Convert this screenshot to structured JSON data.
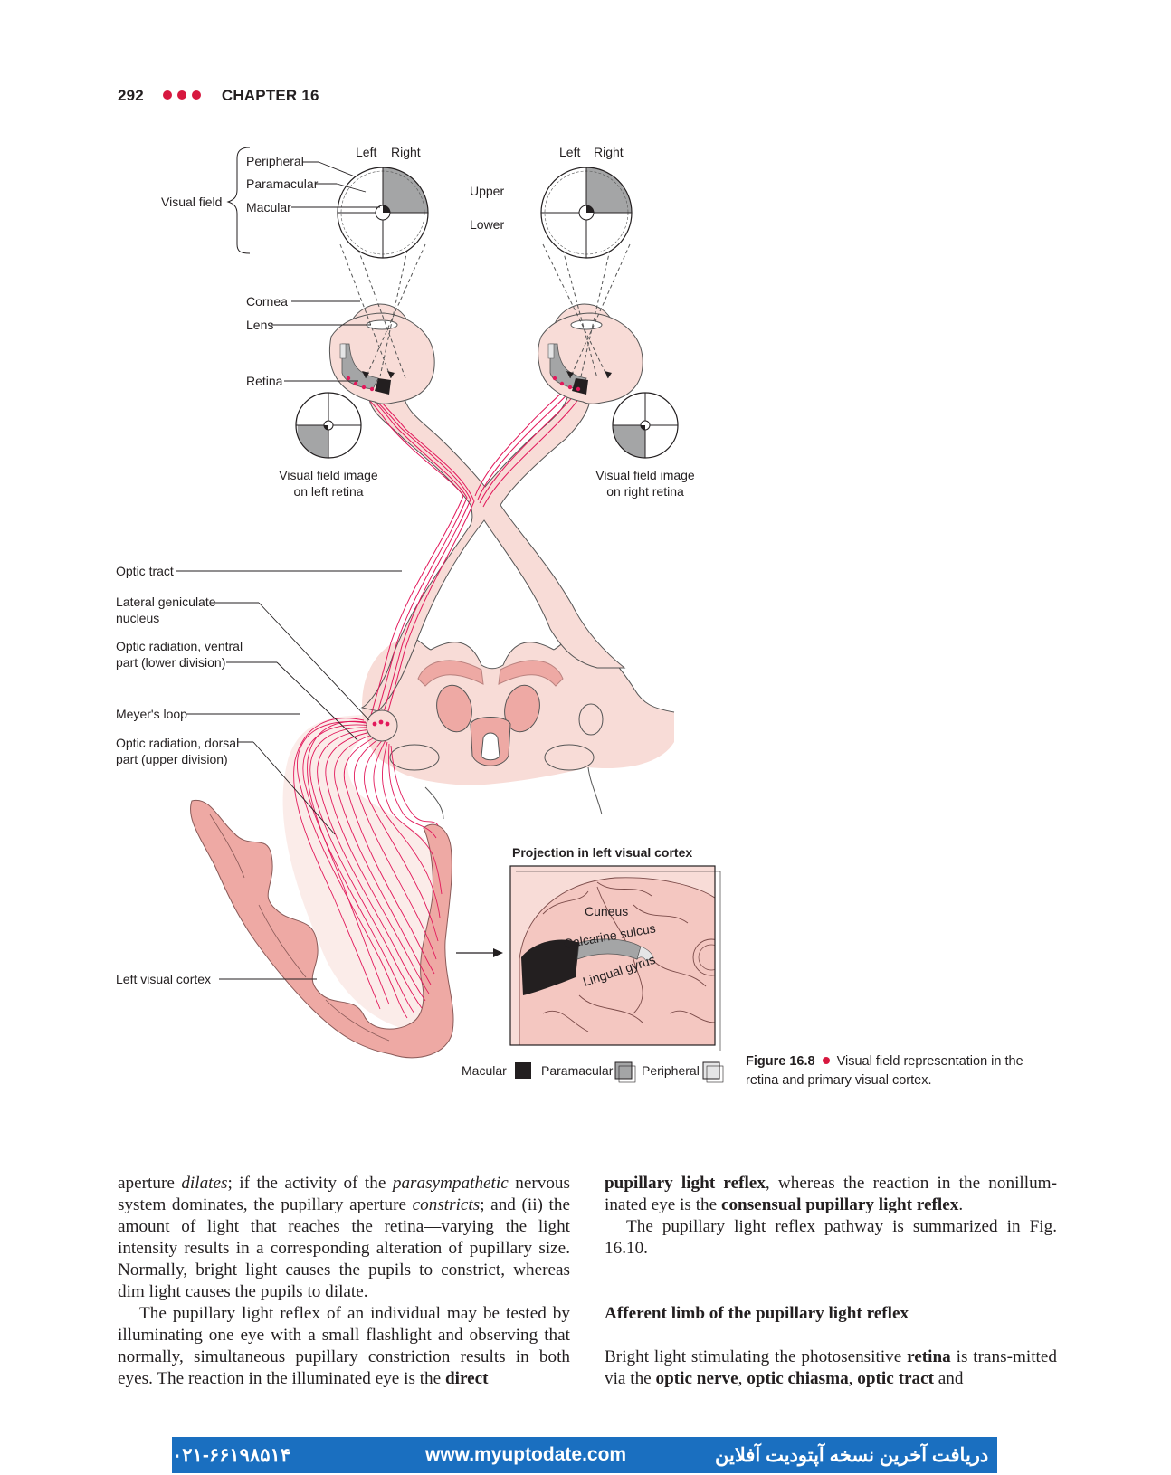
{
  "header": {
    "page_number": "292",
    "chapter": "CHAPTER 16"
  },
  "figure": {
    "visual_field": "Visual field",
    "peripheral": "Peripheral",
    "paramacular": "Paramacular",
    "macular": "Macular",
    "left": "Left",
    "right": "Right",
    "upper": "Upper",
    "lower": "Lower",
    "cornea": "Cornea",
    "lens": "Lens",
    "retina": "Retina",
    "vf_left_1": "Visual field image",
    "vf_left_2": "on left retina",
    "vf_right_1": "Visual field image",
    "vf_right_2": "on right retina",
    "optic_tract": "Optic tract",
    "lgn_1": "Lateral geniculate",
    "lgn_2": "nucleus",
    "ventral_1": "Optic radiation, ventral",
    "ventral_2": "part (lower division)",
    "meyers": "Meyer's loop",
    "dorsal_1": "Optic radiation, dorsal",
    "dorsal_2": "part (upper division)",
    "left_visual_cortex": "Left visual cortex",
    "projection_title": "Projection in left visual cortex",
    "cuneus": "Cuneus",
    "calcarine": "Calcarine sulcus",
    "lingual": "Lingual gyrus",
    "legend_macular": "Macular",
    "legend_paramacular": "Paramacular",
    "legend_peripheral": "Peripheral",
    "colors": {
      "pathway": "#e2195b",
      "tissue": "#f8dcd7",
      "cortex": "#eea9a4",
      "peripheral": "#e5e5e6",
      "paramacular": "#a4a5a6",
      "macular": "#231f20"
    }
  },
  "caption": {
    "label": "Figure 16.8",
    "text": "Visual field representation in the retina and primary visual cortex."
  },
  "left_column": {
    "p1_a": "aperture ",
    "p1_b": "dilates",
    "p1_c": "; if the activity of the ",
    "p1_d": "parasympathetic",
    "p1_e": " nervous system dominates, the pupillary aperture ",
    "p1_f": "constricts",
    "p1_g": "; and (ii) the amount of light that reaches the retina—varying the light intensity results in a corresponding alteration of pupillary size. Normally, bright light causes the pupils to constrict, whereas dim light causes the pupils to dilate.",
    "p2_a": "The pupillary light reflex of an individual may be tested by illuminating one eye with a small flashlight and observing that normally, simultaneous pupillary constriction results in both eyes. The reaction in the illuminated eye is the ",
    "p2_b": "direct"
  },
  "right_column": {
    "p1_a": "pupillary light reflex",
    "p1_b": ", whereas the reaction in the nonillum-inated eye is the ",
    "p1_c": "consensual pupillary light reflex",
    "p1_d": ".",
    "p2": "The pupillary light reflex pathway is summarized in Fig. 16.10.",
    "heading": "Afferent limb of the pupillary light reflex",
    "p3_a": "Bright light stimulating the photosensitive ",
    "p3_b": "retina",
    "p3_c": " is trans-mitted via the ",
    "p3_d": "optic nerve",
    "p3_e": ", ",
    "p3_f": "optic chiasma",
    "p3_g": ", ",
    "p3_h": "optic tract",
    "p3_i": " and"
  },
  "banner": {
    "phone": "۰۲۱-۶۶۱۹۸۵۱۴",
    "url": "www.myuptodate.com",
    "persian": "دریافت آخرین نسخه آپتودیت آفلاین"
  }
}
